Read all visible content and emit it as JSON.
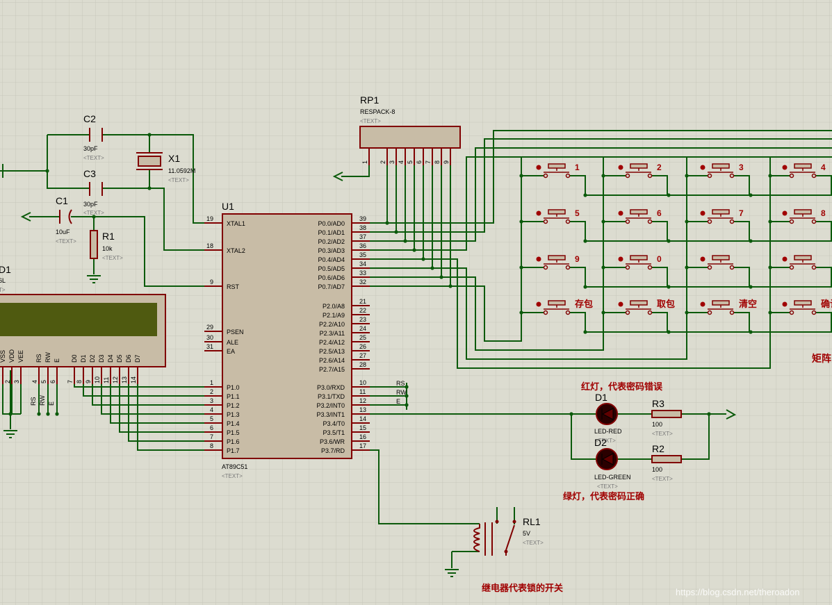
{
  "colors": {
    "background": "#dcdcd0",
    "grid": "#c6c6ba",
    "wire": "#0b5a0b",
    "outline": "#800000",
    "body_fill": "#c8bca6",
    "note_red": "#a00000",
    "lcd_screen": "#4f5a10"
  },
  "mcu": {
    "ref": "U1",
    "part": "AT89C51",
    "text": "<TEXT>",
    "left_pins": [
      {
        "num": "19",
        "name": "XTAL1"
      },
      {
        "num": "18",
        "name": "XTAL2"
      },
      {
        "num": "9",
        "name": "RST"
      },
      {
        "num": "29",
        "name": "PSEN"
      },
      {
        "num": "30",
        "name": "ALE"
      },
      {
        "num": "31",
        "name": "EA"
      },
      {
        "num": "1",
        "name": "P1.0"
      },
      {
        "num": "2",
        "name": "P1.1"
      },
      {
        "num": "3",
        "name": "P1.2"
      },
      {
        "num": "4",
        "name": "P1.3"
      },
      {
        "num": "5",
        "name": "P1.4"
      },
      {
        "num": "6",
        "name": "P1.5"
      },
      {
        "num": "7",
        "name": "P1.6"
      },
      {
        "num": "8",
        "name": "P1.7"
      }
    ],
    "right_pins": [
      {
        "num": "39",
        "name": "P0.0/AD0"
      },
      {
        "num": "38",
        "name": "P0.1/AD1"
      },
      {
        "num": "37",
        "name": "P0.2/AD2"
      },
      {
        "num": "36",
        "name": "P0.3/AD3"
      },
      {
        "num": "35",
        "name": "P0.4/AD4"
      },
      {
        "num": "34",
        "name": "P0.5/AD5"
      },
      {
        "num": "33",
        "name": "P0.6/AD6"
      },
      {
        "num": "32",
        "name": "P0.7/AD7"
      },
      {
        "num": "21",
        "name": "P2.0/A8"
      },
      {
        "num": "22",
        "name": "P2.1/A9"
      },
      {
        "num": "23",
        "name": "P2.2/A10"
      },
      {
        "num": "24",
        "name": "P2.3/A11"
      },
      {
        "num": "25",
        "name": "P2.4/A12"
      },
      {
        "num": "26",
        "name": "P2.5/A13"
      },
      {
        "num": "27",
        "name": "P2.6/A14"
      },
      {
        "num": "28",
        "name": "P2.7/A15"
      },
      {
        "num": "10",
        "name": "P3.0/RXD"
      },
      {
        "num": "11",
        "name": "P3.1/TXD"
      },
      {
        "num": "12",
        "name": "P3.2/INT0"
      },
      {
        "num": "13",
        "name": "P3.3/INT1"
      },
      {
        "num": "14",
        "name": "P3.4/T0"
      },
      {
        "num": "15",
        "name": "P3.5/T1"
      },
      {
        "num": "16",
        "name": "P3.6/WR"
      },
      {
        "num": "17",
        "name": "P3.7/RD"
      }
    ]
  },
  "rp1": {
    "ref": "RP1",
    "part": "RESPACK-8",
    "text": "<TEXT>",
    "pins": [
      "1",
      "2",
      "3",
      "4",
      "5",
      "6",
      "7",
      "8",
      "9"
    ]
  },
  "components": {
    "c1": {
      "ref": "C1",
      "value": "10uF",
      "text": "<TEXT>"
    },
    "c2": {
      "ref": "C2",
      "value": "30pF",
      "text": "<TEXT>"
    },
    "c3": {
      "ref": "C3",
      "value": "30pF",
      "text": "<TEXT>"
    },
    "x1": {
      "ref": "X1",
      "value": "11.0592M",
      "text": "<TEXT>"
    },
    "r1": {
      "ref": "R1",
      "value": "10k",
      "text": "<TEXT>"
    },
    "r2": {
      "ref": "R2",
      "value": "100",
      "text": "<TEXT>"
    },
    "r3": {
      "ref": "R3",
      "value": "100",
      "text": "<TEXT>"
    },
    "d1": {
      "ref": "D1",
      "value": "LED-RED",
      "text": "<TEXT>"
    },
    "d2": {
      "ref": "D2",
      "value": "LED-GREEN",
      "text": "<TEXT>"
    },
    "rl1": {
      "ref": "RL1",
      "value": "5V",
      "text": "<TEXT>"
    }
  },
  "lcd": {
    "ref_fragment": "D1",
    "part_fragment": "6L",
    "text_fragment": "T>",
    "pin_names": [
      "VSS",
      "VDD",
      "VEE",
      "RS",
      "RW",
      "E",
      "D0",
      "D1",
      "D2",
      "D3",
      "D4",
      "D5",
      "D6",
      "D7"
    ],
    "pin_numbers": [
      "2",
      "3",
      "4",
      "5",
      "6",
      "7",
      "8",
      "9",
      "10",
      "11",
      "12",
      "13",
      "14"
    ],
    "bottom_labels": [
      "RS",
      "RW",
      "E"
    ]
  },
  "net_labels": {
    "rs": "RS",
    "rw": "RW",
    "e": "E"
  },
  "keypad": {
    "keys": [
      "1",
      "2",
      "3",
      "4",
      "5",
      "6",
      "7",
      "8",
      "9",
      "0",
      "",
      "",
      "存包",
      "取包",
      "清空",
      "确认"
    ],
    "caption": "矩阵"
  },
  "annotations": {
    "red_led": "红灯，代表密码错误",
    "green_led": "绿灯，代表密码正确",
    "relay": "继电器代表锁的开关"
  },
  "watermark": "https://blog.csdn.net/theroadon"
}
